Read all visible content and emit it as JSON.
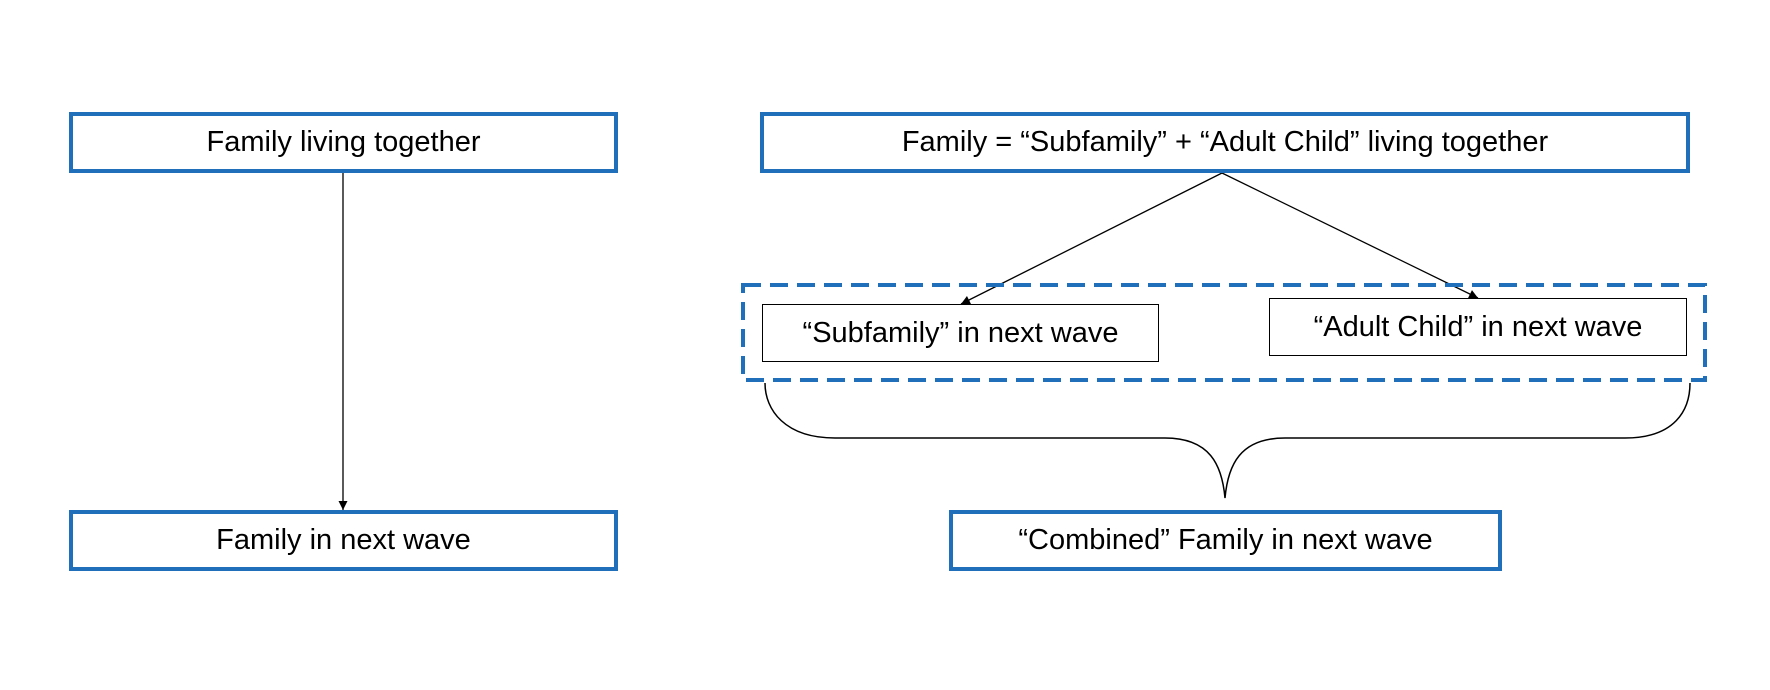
{
  "diagram": {
    "left": {
      "top_box": "Family living together",
      "bottom_box": "Family in next wave"
    },
    "right": {
      "top_box": "Family = “Subfamily” + “Adult Child” living together",
      "middle_left_box": "“Subfamily” in next wave",
      "middle_right_box": "“Adult Child” in next wave",
      "bottom_box": "“Combined” Family in next wave"
    },
    "colors": {
      "box_border": "#1f6fba",
      "group_border": "#1f6fba",
      "lines": "#000000"
    }
  }
}
